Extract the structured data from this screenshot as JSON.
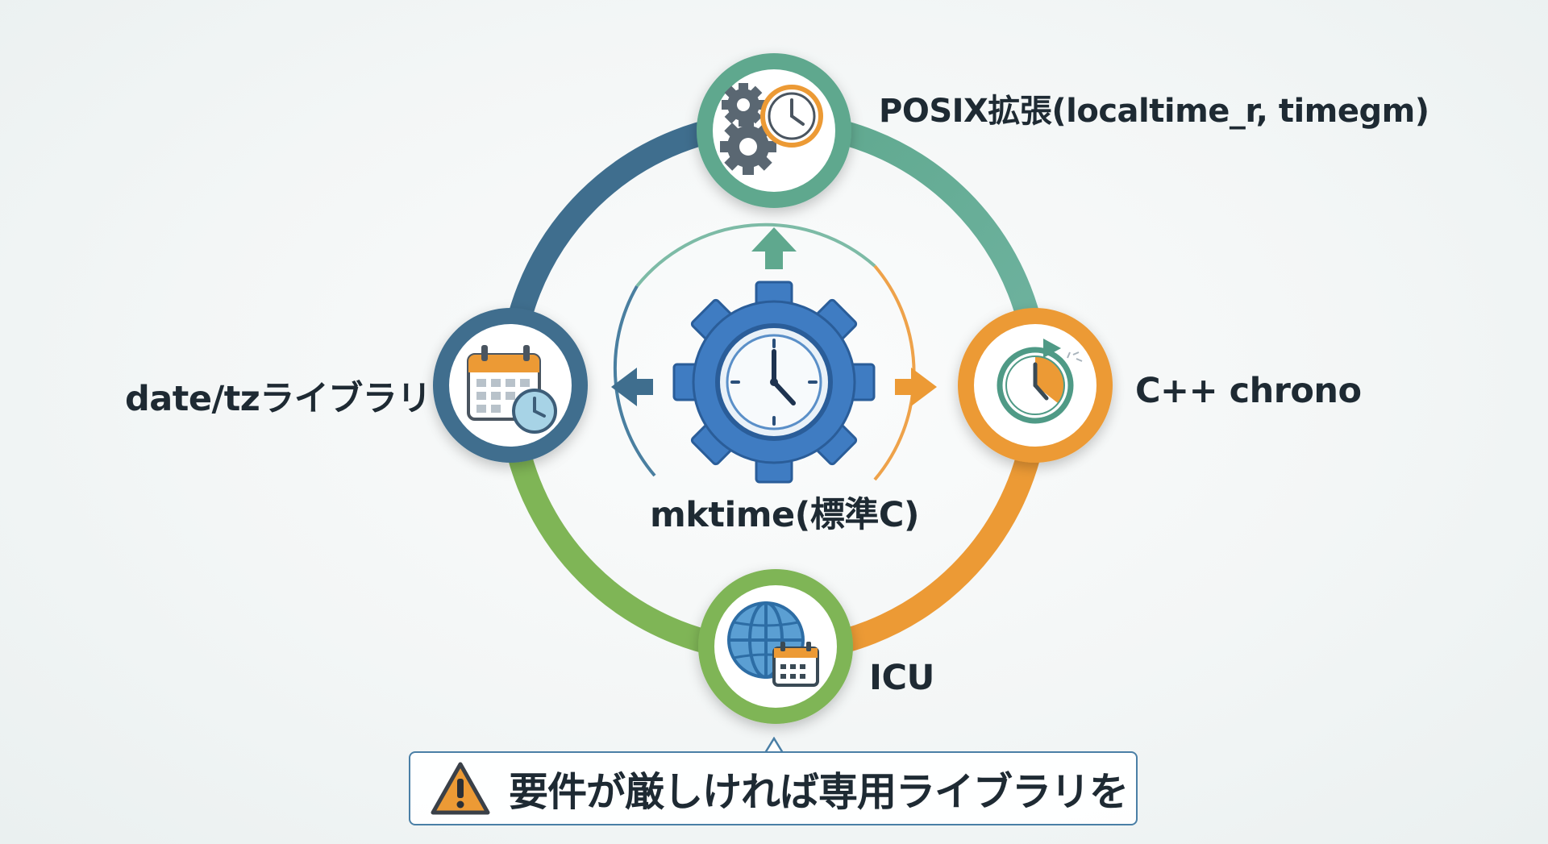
{
  "nodes": {
    "top": {
      "label": "POSIX拡張(localtime_r, timegm)",
      "icon": "gears-clock-icon"
    },
    "left": {
      "label": "date/tzライブラリ",
      "icon": "calendar-clock-icon"
    },
    "right": {
      "label": "C++ chrono",
      "icon": "clock-refresh-icon"
    },
    "bottom": {
      "label": "ICU",
      "icon": "globe-calendar-icon"
    }
  },
  "center": {
    "label": "mktime(標準C)",
    "icon": "gear-clock-icon"
  },
  "callout": {
    "text": "要件が厳しければ専用ライブラリを",
    "icon": "warning-icon"
  },
  "colors": {
    "blue": "#3f6e8e",
    "teal": "#5fa88e",
    "orange": "#ec9a35",
    "green": "#7fb556",
    "gear": "#3f7cc2",
    "text": "#1e2a33"
  }
}
